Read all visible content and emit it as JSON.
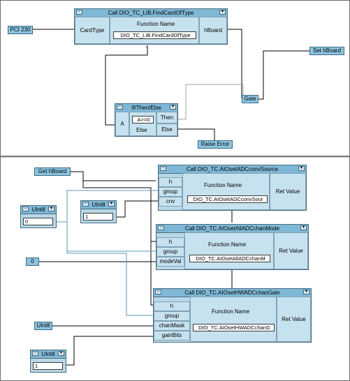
{
  "app": {
    "top_pane_label": "program-area-top",
    "bottom_pane_label": "program-area-bottom"
  },
  "colors": {
    "object_fill": "#b8d8e8",
    "title_fill": "#7fb8d6",
    "wire": "#000000",
    "control_wire": "#a0a0a0"
  },
  "top": {
    "pci_const": "PCI 230",
    "find_card": {
      "title": "Call DIO_TC_LIB.FindCardOfType",
      "in_pin": "CardType",
      "fn_label": "Function Name",
      "fn_value": "DIO_TC_LIB.FindCardOfType",
      "out_pin": "hBoard"
    },
    "set_hboard": "Set hBoard",
    "gate": "Gate",
    "ifthen": {
      "title": "If/Then/Else",
      "in_pin": "A",
      "cond": "A>=0",
      "else_label": "Else",
      "out_then": "Then",
      "out_else": "Else"
    },
    "raise_error": "Raise Error"
  },
  "bottom": {
    "get_hboard": "Get hBoard",
    "adc_src": {
      "title": "Call DIO_TC.AIOsetADCconvSource",
      "pins": [
        "h",
        "group",
        "cnv"
      ],
      "fn_label": "Function Name",
      "fn_value": "DIO_TC.AIOsetADCconvSour",
      "out_pin": "Ret Value"
    },
    "all_adc": {
      "title": "Call DIO_TC.AIOsetAllADCchanMode",
      "pins": [
        "h",
        "group",
        "modeVal"
      ],
      "fn_label": "Function Name",
      "fn_value": "DIO_TC.AIOsetAllADCchanM",
      "out_pin": "Ret Value"
    },
    "hw_adc": {
      "title": "Call DIO_TC.AIOsetHWADCchanGain",
      "pins": [
        "h",
        "group",
        "chanMask",
        "gainBits"
      ],
      "fn_label": "Function Name",
      "fn_value": "DIO_TC.AIOsetHWADCchanG",
      "out_pin": "Ret Value"
    },
    "uint8_a": {
      "title": "UInt8",
      "value": "0"
    },
    "uint8_b": {
      "title": "UInt8",
      "value": "1"
    },
    "uint8_c": {
      "title": "UInt8",
      "value": "1"
    },
    "zero_const": "0",
    "uint8_const": "UInt8"
  }
}
